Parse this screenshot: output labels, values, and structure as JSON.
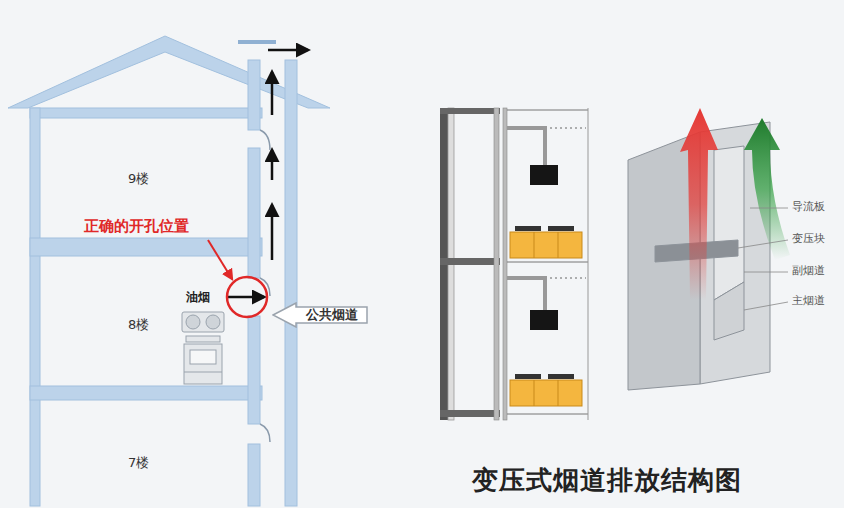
{
  "diagram": {
    "title": "变压式烟道排放结构图",
    "nodes": [
      {
        "text": [
          "公共烟道"
        ]
      }
    ],
    "labels": [
      "9楼",
      "正确的开孔位置",
      "油烟",
      "8楼",
      "7楼",
      "导流板",
      "变压块",
      "副烟道",
      "主烟道"
    ]
  }
}
